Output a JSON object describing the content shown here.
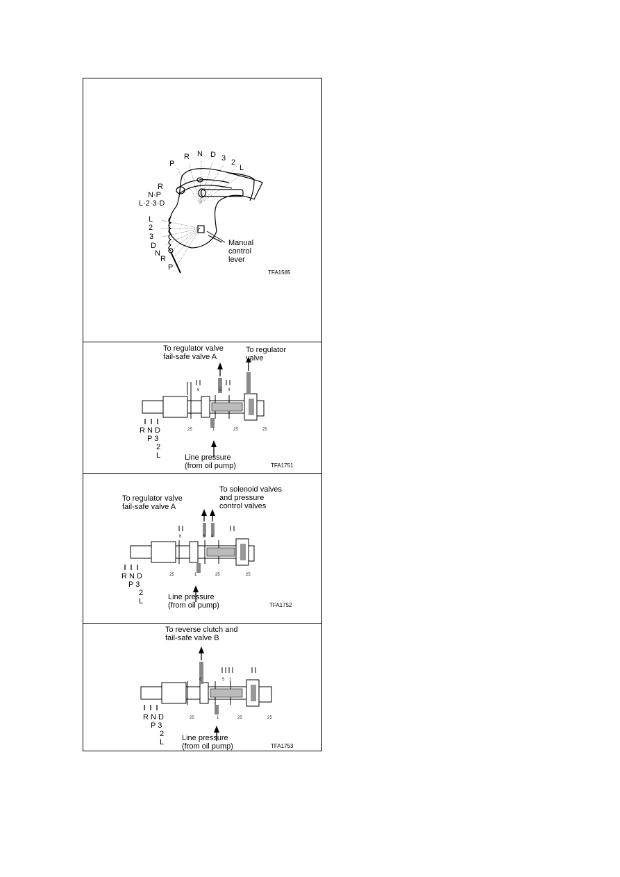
{
  "panel1": {
    "code": "TFA1585",
    "top_positions": [
      "P",
      "R",
      "N",
      "D",
      "3",
      "2",
      "L"
    ],
    "left_labels": [
      "R",
      "N·P",
      "L·2·3·D"
    ],
    "lower_positions": [
      "L",
      "2",
      "3",
      "D",
      "N",
      "R",
      "P"
    ],
    "callout": "Manual\ncontrol\nlever"
  },
  "panel2": {
    "code": "TFA1751",
    "outlet_left": "To regulator valve\nfail-safe valve A",
    "outlet_right": "To regulator\nvalve",
    "inlet": "Line pressure\n(from oil pump)",
    "ports_top": [
      "6",
      "5",
      "4"
    ],
    "ports_bottom": [
      "25",
      "1",
      "25",
      "25"
    ],
    "positions": [
      "R N D",
      "P 3",
      "2",
      "L"
    ]
  },
  "panel3": {
    "code": "TFA1752",
    "outlet_left": "To regulator valve\nfail-safe valve A",
    "outlet_right": "To solenoid valves\nand pressure\ncontrol valves",
    "inlet": "Line pressure\n(from oil pump)",
    "ports_top": [
      "6",
      "5",
      "4"
    ],
    "ports_bottom": [
      "25",
      "1",
      "25",
      "25"
    ],
    "positions": [
      "R N D",
      "P 3",
      "2",
      "L"
    ]
  },
  "panel4": {
    "code": "TFA1753",
    "outlet_top": "To reverse clutch and\nfail-safe valve B",
    "inlet": "Line pressure\n(from oil pump)",
    "ports_top": [
      "6",
      "5",
      "1"
    ],
    "ports_bottom": [
      "25",
      "1",
      "25",
      "25"
    ],
    "positions": [
      "R N D",
      "P 3",
      "2",
      "L"
    ]
  }
}
